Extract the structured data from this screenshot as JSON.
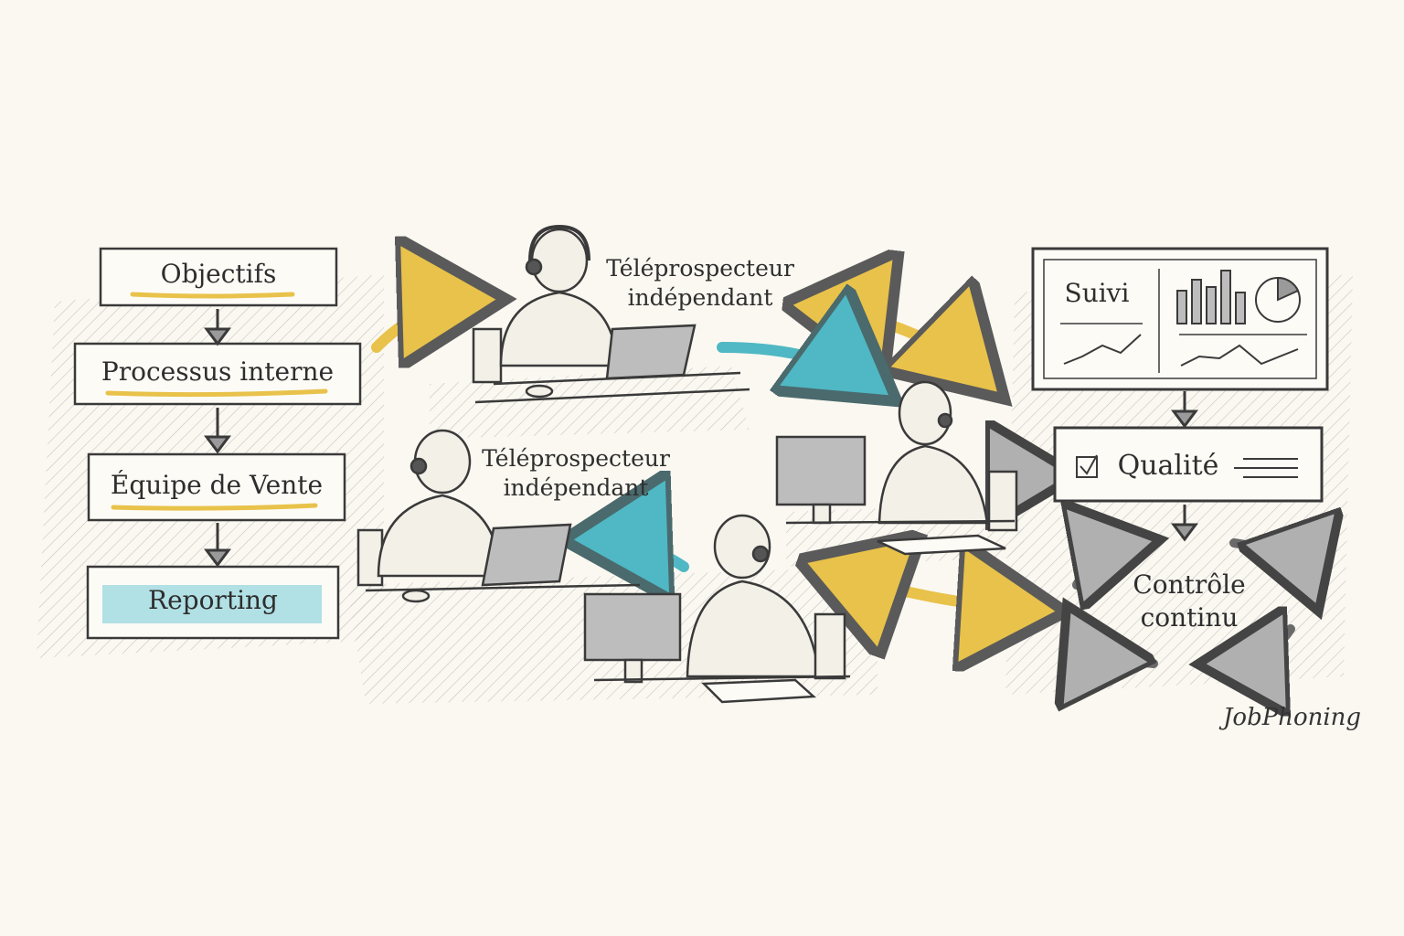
{
  "process_steps": [
    {
      "label": "Objectifs"
    },
    {
      "label": "Processus interne"
    },
    {
      "label": "Équipe de Vente"
    },
    {
      "label": "Reporting"
    }
  ],
  "agents": [
    {
      "caption": "Téléprospecteur\nindépendant"
    },
    {
      "caption": "Téléprospecteur\nindépendant"
    }
  ],
  "dashboard": {
    "title": "Suivi"
  },
  "quality": {
    "label": "Qualité"
  },
  "control": {
    "label": "Contrôle\ncontinu"
  },
  "brand": {
    "logo": "JobPhoning"
  },
  "colors": {
    "ink": "#3a3a3a",
    "yellow": "#e8c24a",
    "teal": "#4fb8c4",
    "highlight_teal": "#a9dde3",
    "paper": "#fbf8f1"
  }
}
